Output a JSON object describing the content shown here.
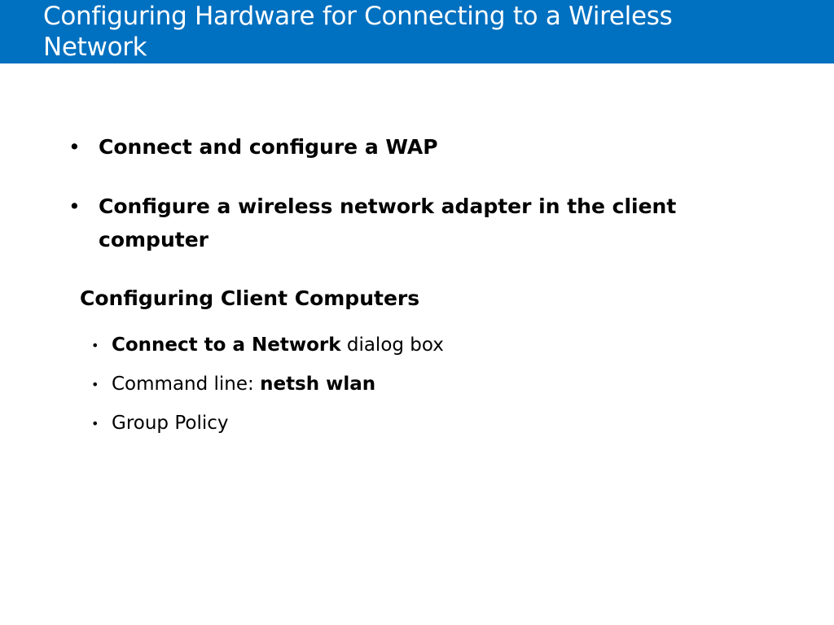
{
  "slide": {
    "title": "Configuring Hardware for Connecting to a Wireless Network",
    "main_bullets": [
      {
        "text": "Connect and configure a WAP"
      },
      {
        "text": "Configure a wireless network adapter in the client computer"
      }
    ],
    "subheading": "Configuring Client Computers",
    "sub_bullets": [
      {
        "bold": "Connect to a Network",
        "text": " dialog box"
      },
      {
        "text": "Command line: ",
        "bold": "netsh wlan"
      },
      {
        "text": "Group Policy"
      }
    ],
    "bullet_glyph": "•"
  },
  "colors": {
    "title_bar": "#0070c0",
    "title_text": "#ffffff",
    "body_text": "#000000"
  }
}
